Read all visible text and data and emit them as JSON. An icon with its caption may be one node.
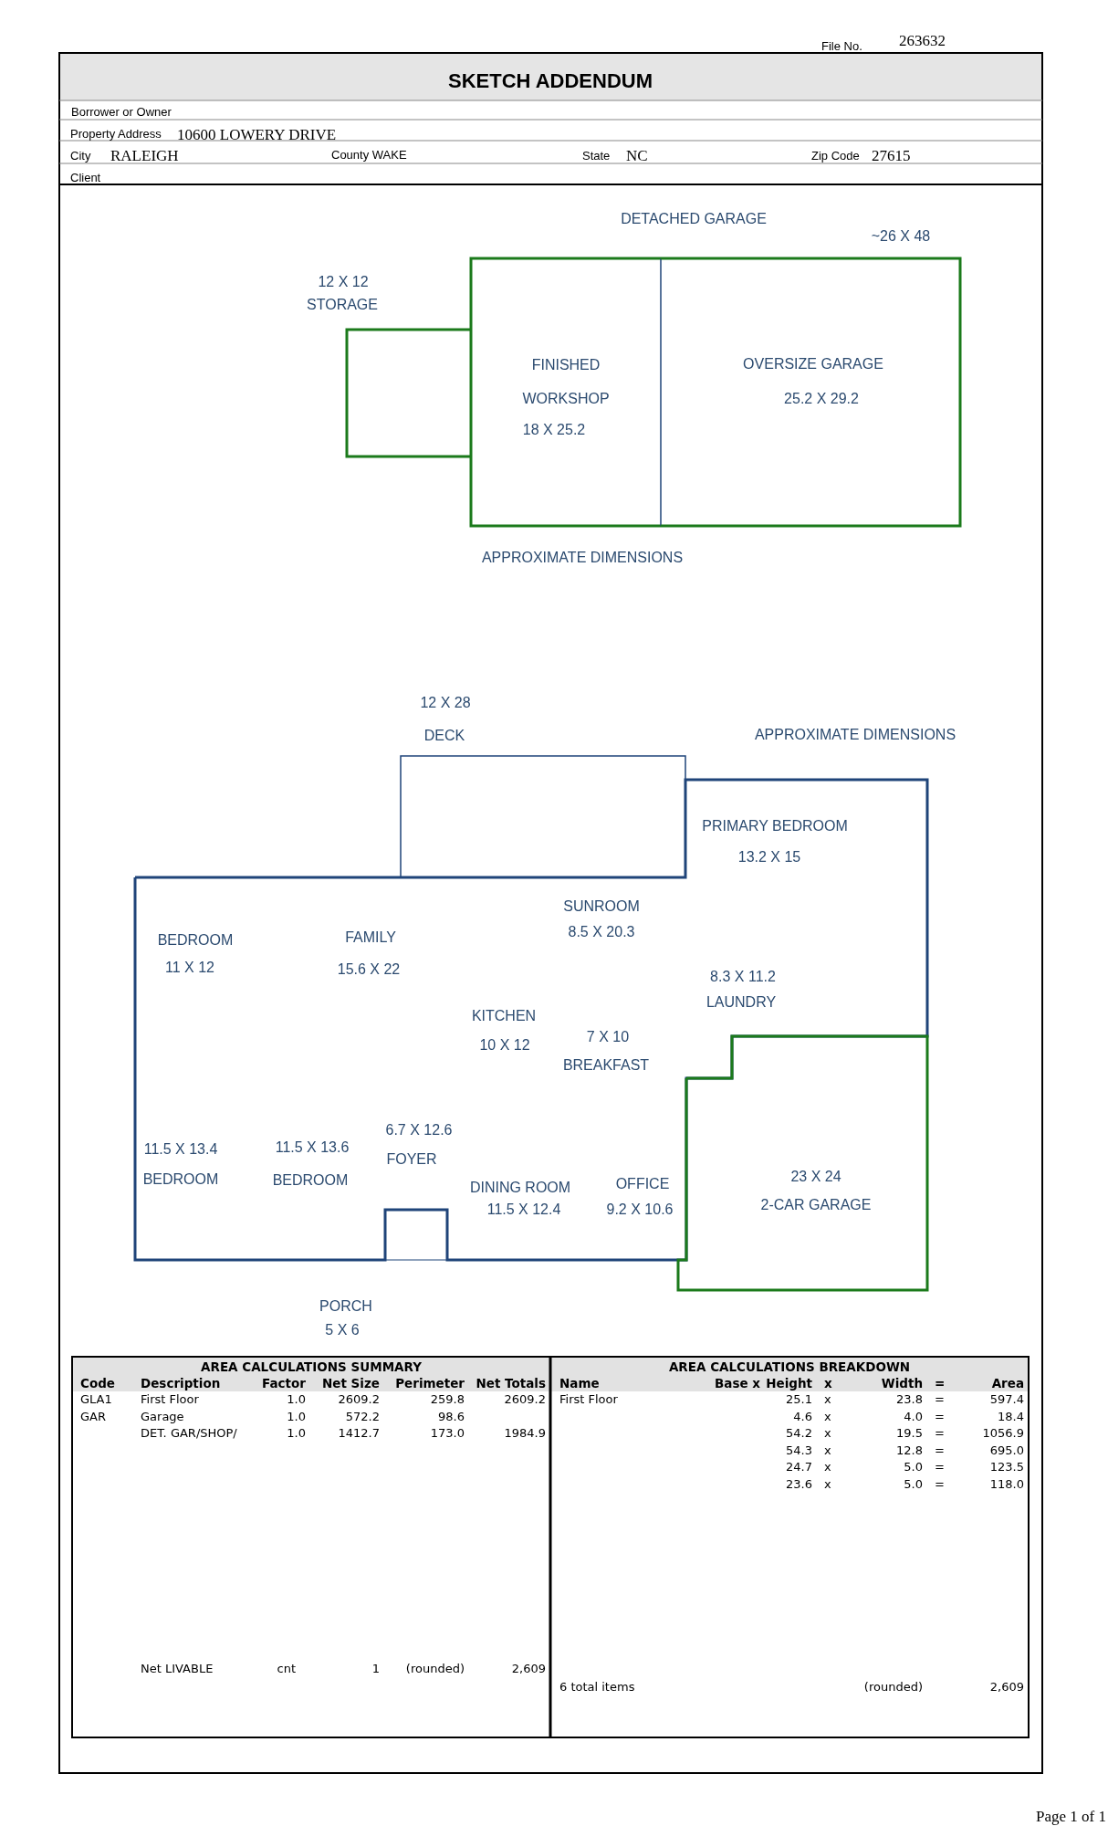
{
  "diagram": {
    "title": "SKETCH ADDENDUM",
    "nodes": [
      {
        "text": [
          "12 X 12",
          "STORAGE"
        ]
      },
      {
        "text": [
          "FINISHED WORKSHOP",
          "18 X 25.2"
        ]
      },
      {
        "text": [
          "OVERSIZE GARAGE",
          "25.2 X 29.2"
        ]
      },
      {
        "text": [
          "12 X 28",
          "DECK"
        ]
      },
      {
        "text": [
          "PRIMARY BEDROOM",
          "13.2 X 15",
          "SUNROOM",
          "8.5 X 20.3",
          "BEDROOM",
          "11 X 12",
          "FAMILY",
          "15.6 X 22",
          "8.3 X 11.2",
          "LAUNDRY",
          "KITCHEN",
          "10 X 12",
          "7 X 10",
          "BREAKFAST",
          "6.7 X 12.6",
          "FOYER",
          "11.5 X 13.4",
          "BEDROOM",
          "11.5 X 13.6",
          "BEDROOM",
          "DINING ROOM",
          "11.5 X 12.4",
          "OFFICE",
          "9.2 X 10.6"
        ]
      },
      {
        "text": [
          "PORCH",
          "5 X 6"
        ]
      },
      {
        "text": [
          "23 X 24",
          "2-CAR GARAGE"
        ]
      }
    ],
    "labels": [
      "File No.",
      "263632",
      "Borrower or Owner",
      "Property Address",
      "10600 LOWERY DRIVE",
      "City",
      "RALEIGH",
      "County WAKE",
      "State",
      "NC",
      "Zip Code",
      "27615",
      "Client",
      "DETACHED GARAGE",
      "~26 X 48",
      "APPROXIMATE DIMENSIONS",
      "APPROXIMATE DIMENSIONS",
      "AREA CALCULATIONS SUMMARY",
      "AREA CALCULATIONS BREAKDOWN",
      "Code",
      "Description",
      "Factor",
      "Net Size",
      "Perimeter",
      "Net Totals",
      "Name",
      "Base x",
      "Height",
      "x",
      "Width",
      "=",
      "Area",
      "GLA1",
      "First Floor",
      "1.0",
      "2609.2",
      "259.8",
      "2609.2",
      "GAR",
      "Garage",
      "1.0",
      "572.2",
      "98.6",
      "DET. GAR/SHOP/",
      "1.0",
      "1412.7",
      "173.0",
      "1984.9",
      "Net LIVABLE",
      "cnt",
      "1",
      "(rounded)",
      "2,609",
      "First Floor",
      "25.1",
      "x",
      "23.8",
      "=",
      "597.4",
      "4.6",
      "x",
      "4.0",
      "=",
      "18.4",
      "54.2",
      "x",
      "19.5",
      "=",
      "1056.9",
      "54.3",
      "x",
      "12.8",
      "=",
      "695.0",
      "24.7",
      "x",
      "5.0",
      "=",
      "123.5",
      "23.6",
      "x",
      "5.0",
      "=",
      "118.0",
      "6 total items",
      "(rounded)",
      "2,609",
      "Page 1 of 1"
    ]
  }
}
